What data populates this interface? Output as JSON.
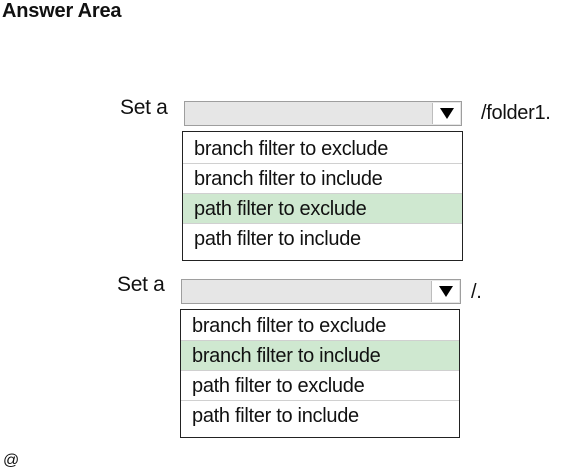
{
  "header": {
    "title": "Answer Area"
  },
  "groups": [
    {
      "prefix": "Set a",
      "suffix": "/folder1.",
      "options": [
        "branch filter to exclude",
        "branch filter to include",
        "path filter to exclude",
        "path filter to include"
      ],
      "selected_index": 2
    },
    {
      "prefix": "Set a",
      "suffix": "/.",
      "options": [
        "branch filter to exclude",
        "branch filter to include",
        "path filter to exclude",
        "path filter to include"
      ],
      "selected_index": 1
    }
  ],
  "footer": {
    "mark": "@"
  },
  "icons": {
    "dropdown": "triangle-down-icon"
  },
  "colors": {
    "selected_option": "#cfe8d0",
    "dropdown_bg": "#e6e6e6",
    "option_border": "#222222"
  }
}
